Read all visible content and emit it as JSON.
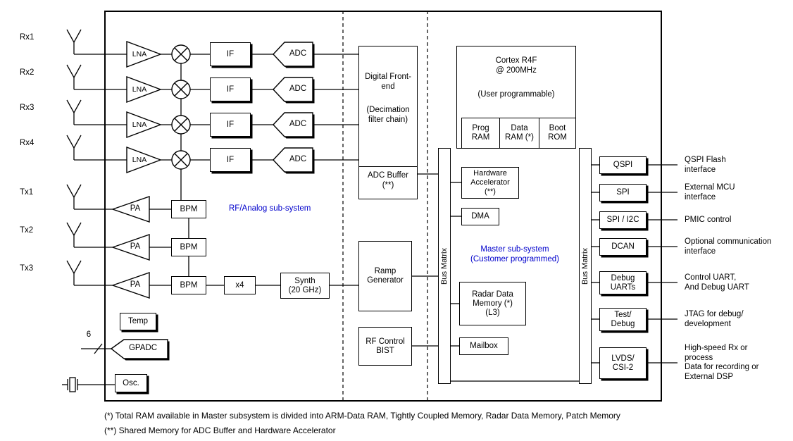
{
  "colors": {
    "line": "#000000",
    "accent_blue": "#0000cc",
    "background": "#ffffff"
  },
  "rf_analog": {
    "subsystem_label": "RF/Analog sub-system",
    "rx_channels": [
      "Rx1",
      "Rx2",
      "Rx3",
      "Rx4"
    ],
    "tx_channels": [
      "Tx1",
      "Tx2",
      "Tx3"
    ],
    "lna_label": "LNA",
    "if_label": "IF",
    "adc_label": "ADC",
    "pa_label": "PA",
    "bpm_label": "BPM",
    "multiplier_label": "x4",
    "synth_label": "Synth\n(20 GHz)",
    "temp_label": "Temp",
    "gpadc_label": "GPADC",
    "gpadc_bus_width": "6",
    "osc_label": "Osc."
  },
  "digital_front_end": {
    "title": "Digital Front-\nend",
    "subtitle": "(Decimation\nfilter chain)",
    "adc_buffer_label": "ADC Buffer\n(**)"
  },
  "ramp_generator_label": "Ramp\nGenerator",
  "rf_control_bist_label": "RF Control\nBIST",
  "cortex": {
    "title": "Cortex R4F\n@ 200MHz",
    "subtitle": "(User programmable)",
    "prog_ram_label": "Prog\nRAM",
    "data_ram_label": "Data\nRAM (*)",
    "boot_rom_label": "Boot\nROM"
  },
  "bus_matrix_label": "Bus Matrix",
  "master_subsystem": {
    "title": "Master sub-system\n(Customer programmed)",
    "hardware_accelerator_label": "Hardware\nAccelerator\n(**)",
    "dma_label": "DMA",
    "radar_data_memory_label": "Radar Data\nMemory (*)\n(L3)",
    "mailbox_label": "Mailbox"
  },
  "peripherals": [
    {
      "label": "QSPI",
      "description": "QSPI Flash\ninterface"
    },
    {
      "label": "SPI",
      "description": "External MCU\ninterface"
    },
    {
      "label": "SPI / I2C",
      "description": "PMIC control"
    },
    {
      "label": "DCAN",
      "description": "Optional communication\ninterface"
    },
    {
      "label": "Debug\nUARTs",
      "description": "Control UART,\nAnd Debug UART"
    },
    {
      "label": "Test/\nDebug",
      "description": "JTAG for debug/\ndevelopment"
    },
    {
      "label": "LVDS/\nCSI-2",
      "description": "High-speed Rx or\nprocess\nData for recording or\nExternal DSP"
    }
  ],
  "footnotes": [
    "(*) Total RAM available in Master subsystem is divided into ARM-Data RAM, Tightly Coupled Memory, Radar Data Memory, Patch Memory",
    "(**) Shared Memory for ADC Buffer and Hardware Accelerator"
  ]
}
